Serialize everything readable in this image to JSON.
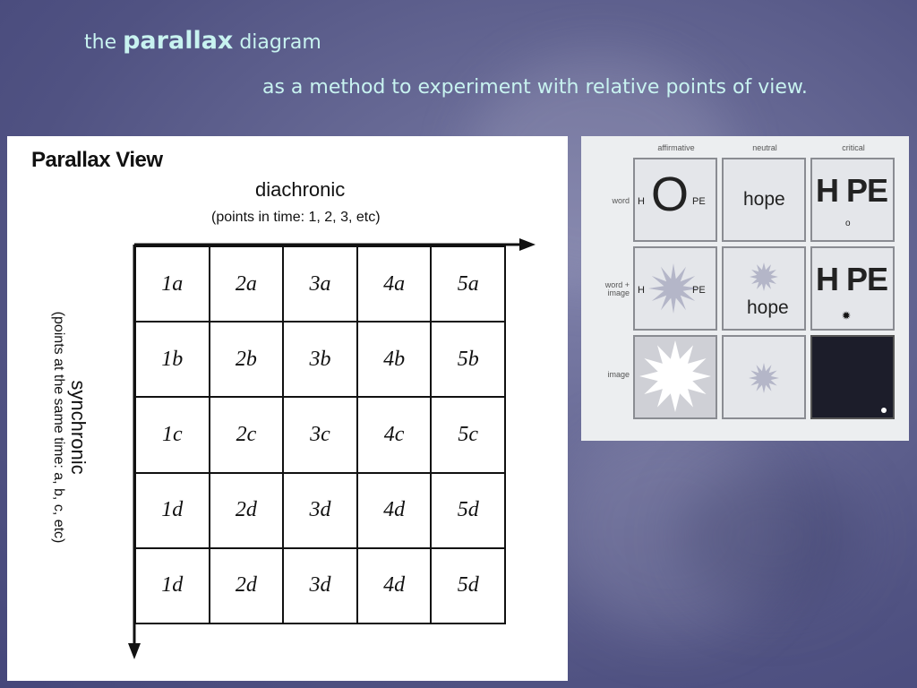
{
  "header": {
    "prefix": "the",
    "bold_word": "parallax",
    "suffix": "diagram",
    "subtitle": "as a method to experiment with relative points of view."
  },
  "left_panel": {
    "title": "Parallax View",
    "axis_x_title": "diachronic",
    "axis_x_subtitle": "(points in time: 1, 2, 3, etc)",
    "axis_y_title": "synchronic",
    "axis_y_subtitle": "(points at the same time: a, b, c, etc)",
    "cells": [
      [
        "1a",
        "2a",
        "3a",
        "4a",
        "5a"
      ],
      [
        "1b",
        "2b",
        "3b",
        "4b",
        "5b"
      ],
      [
        "1c",
        "2c",
        "3c",
        "4c",
        "5c"
      ],
      [
        "1d",
        "2d",
        "3d",
        "4d",
        "5d"
      ],
      [
        "1d",
        "2d",
        "3d",
        "4d",
        "5d"
      ]
    ]
  },
  "right_panel": {
    "columns": [
      "affirmative",
      "neutral",
      "critical"
    ],
    "rows": [
      "word",
      "word +\nimage",
      "image"
    ],
    "word_row": {
      "affirmative": {
        "h": "H",
        "big": "O",
        "pe": "PE"
      },
      "neutral": "hope",
      "critical": {
        "text": "H PE",
        "small": "o"
      }
    },
    "word_image_row": {
      "affirmative": {
        "h": "H",
        "pe": "PE"
      },
      "neutral": "hope",
      "critical": "H PE"
    }
  },
  "colors": {
    "header_text": "#c8f3f0",
    "background": "#5a5c8a",
    "star": "#b4b6c8",
    "dark_box": "#1c1d2a"
  }
}
